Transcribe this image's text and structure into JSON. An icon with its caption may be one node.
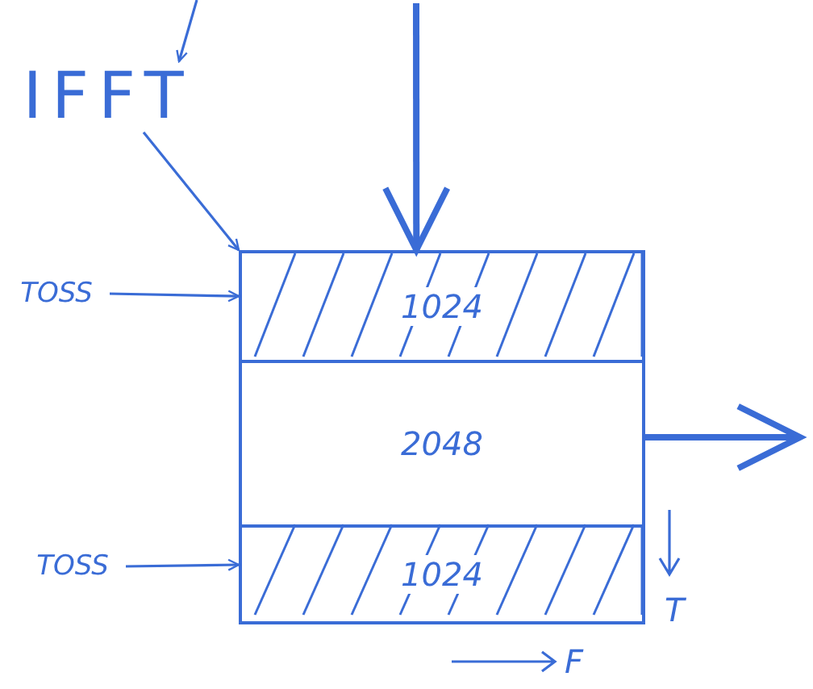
{
  "diagram": {
    "nodes": [
      {
        "text": [
          "IFFT"
        ]
      },
      {
        "text": [
          "TOSS"
        ]
      },
      {
        "text": [],
        "shape": "box"
      },
      {
        "text": [
          "1024"
        ],
        "in": 2
      },
      {
        "text": [
          "2048"
        ],
        "in": 2
      },
      {
        "text": [
          "1024"
        ],
        "in": 2
      },
      {
        "text": [
          "TOSS"
        ]
      }
    ],
    "edges": [
      {
        "from": null,
        "to": 0,
        "arrow": "to"
      },
      {
        "from": 0,
        "to": 2,
        "arrow": "to"
      },
      {
        "from": null,
        "to": 2,
        "arrow": "to",
        "style": "thick"
      },
      {
        "from": 2,
        "to": null,
        "arrow": "to",
        "style": "thick"
      },
      {
        "from": 1,
        "to": 3,
        "arrow": "to"
      },
      {
        "from": 6,
        "to": 5,
        "arrow": "to"
      }
    ],
    "labels": [
      "T",
      "F"
    ]
  }
}
